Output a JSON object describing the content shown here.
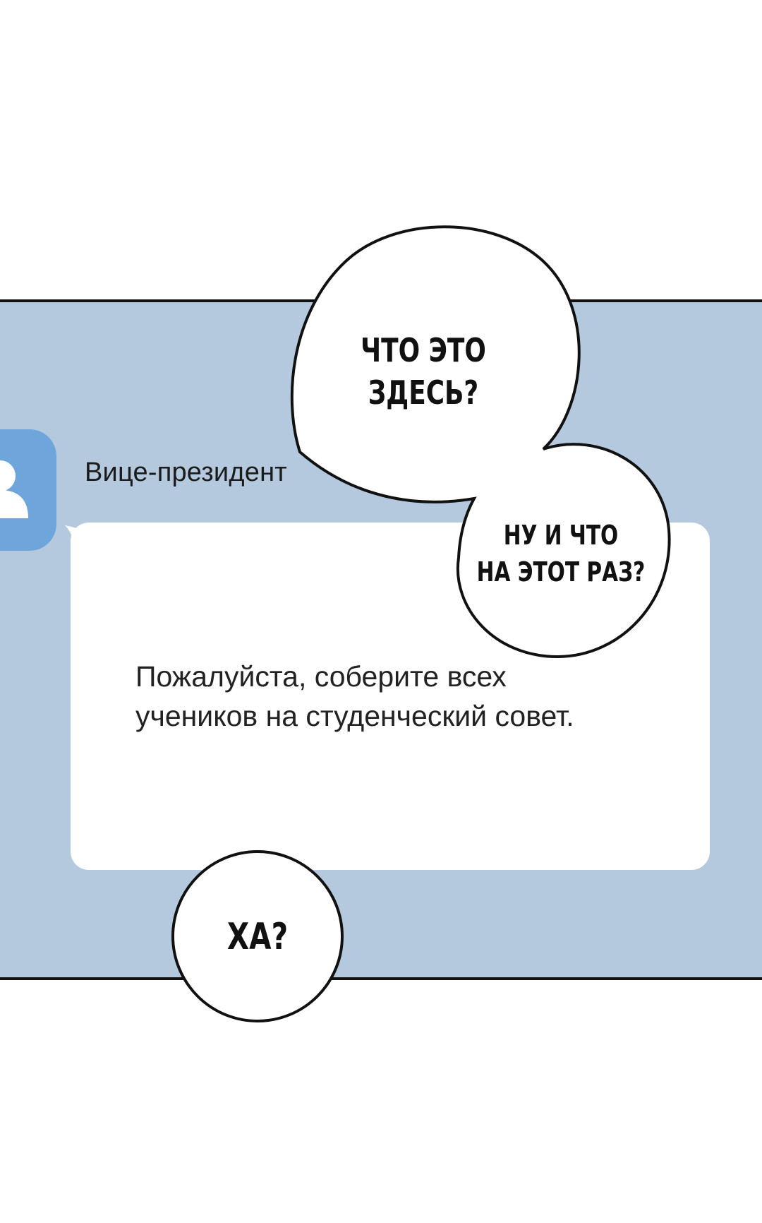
{
  "chat": {
    "sender": "Вице-президент",
    "message_line1": "Пожалуйста, соберите всех",
    "message_line2": "учеников на студенческий совет.",
    "panel_color": "#b4c9dd",
    "avatar_color": "#6ea6dc",
    "avatar_icon": "user-icon"
  },
  "balloons": {
    "b1_line1": "ЧТО ЭТО",
    "b1_line2": "ЗДЕСЬ?",
    "b2_line1": "НУ И ЧТО",
    "b2_line2": "НА ЭТОТ РАЗ?",
    "b3_line1": "ХА?"
  }
}
